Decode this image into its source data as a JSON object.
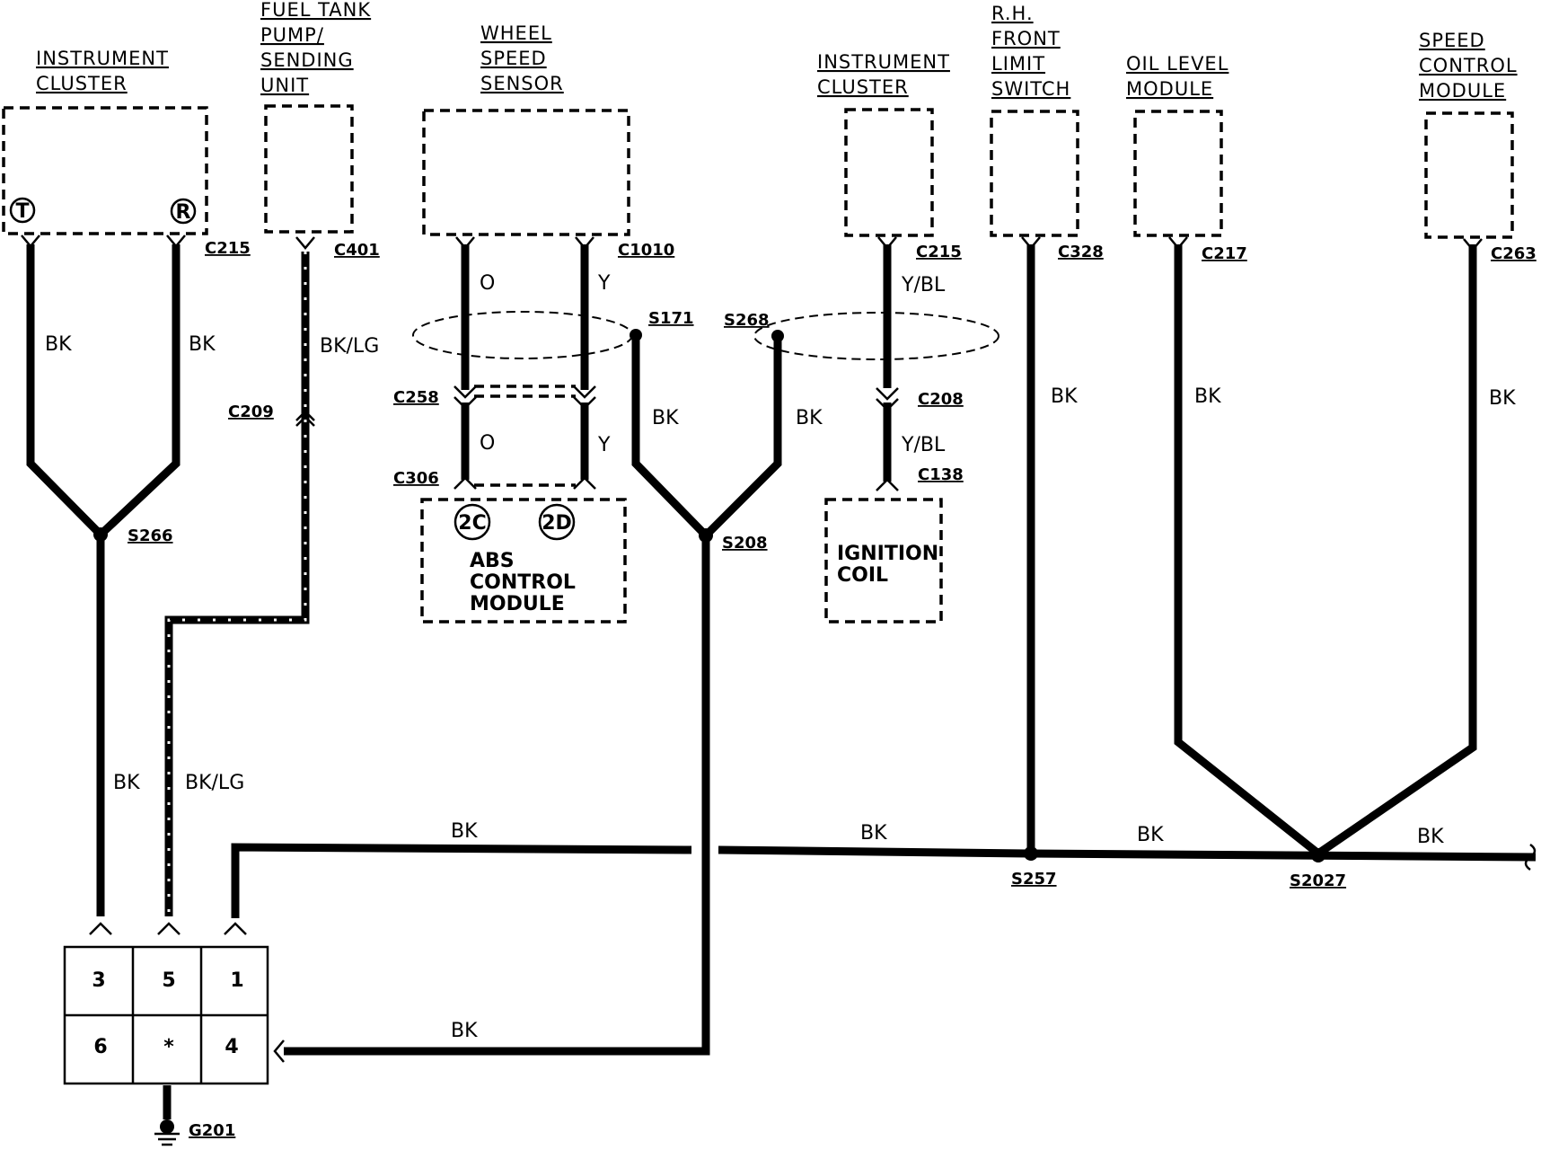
{
  "components": {
    "instrument_cluster_left": "INSTRUMENT\nCLUSTER",
    "fuel_tank_unit": "FUEL TANK\nPUMP/\nSENDING\nUNIT",
    "wheel_speed_sensor": "WHEEL\nSPEED\nSENSOR",
    "instrument_cluster_right": "INSTRUMENT\nCLUSTER",
    "rh_front_limit_switch": "R.H.\nFRONT\nLIMIT\nSWITCH",
    "oil_level_module": "OIL LEVEL\nMODULE",
    "speed_control_module": "SPEED\nCONTROL\nMODULE",
    "abs_control_module": "ABS\nCONTROL\nMODULE",
    "ignition_coil": "IGNITION\nCOIL"
  },
  "terminals": {
    "t": "T",
    "r": "R",
    "c2c": "2C",
    "c2d": "2D"
  },
  "connectors": {
    "c215_left": "C215",
    "c401": "C401",
    "c1010": "C1010",
    "c215_right": "C215",
    "c328": "C328",
    "c217": "C217",
    "c263": "C263",
    "c209": "C209",
    "c258": "C258",
    "c306": "C306",
    "c208": "C208",
    "c138": "C138"
  },
  "splices": {
    "s266": "S266",
    "s171": "S171",
    "s268": "S268",
    "s208": "S208",
    "s257": "S257",
    "s2027": "S2027"
  },
  "ground": "G201",
  "wire_colors": {
    "bk": "BK",
    "bk_lg": "BK/LG",
    "o": "O",
    "y": "Y",
    "y_bl": "Y/BL"
  },
  "ground_block_pins": [
    "3",
    "5",
    "1",
    "6",
    "*",
    "4"
  ]
}
